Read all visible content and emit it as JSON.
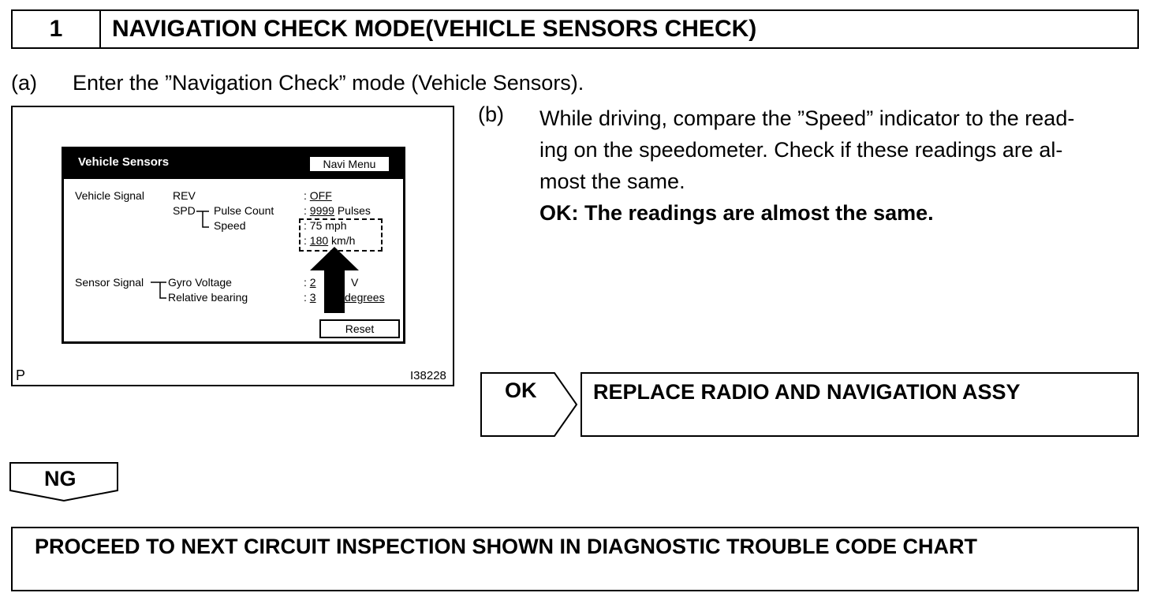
{
  "step": {
    "number": "1",
    "title": "NAVIGATION CHECK MODE(VEHICLE SENSORS CHECK)"
  },
  "instructions": {
    "a_label": "(a)",
    "a_text": "Enter the ”Navigation Check” mode (Vehicle Sensors).",
    "b_label": "(b)",
    "b_lines": [
      "While driving, compare the ”Speed” indicator to the read-",
      "ing on the speedometer. Check if these readings are al-",
      "most the same."
    ],
    "ok_criteria": "OK: The readings are almost the same."
  },
  "figure": {
    "corner_letter": "P",
    "code": "I38228",
    "screen": {
      "title": "Vehicle Sensors",
      "navi_menu_button": "Navi Menu",
      "vehicle_signal_label": "Vehicle Signal",
      "rev_label": "REV",
      "rev_value": "OFF",
      "spd_label": "SPD",
      "pulse_count_label": "Pulse Count",
      "pulse_count_value": "9999",
      "pulse_count_unit": "Pulses",
      "speed_label": "Speed",
      "speed_mph_value": "75",
      "speed_mph_unit": "mph",
      "speed_kmh_value": "180",
      "speed_kmh_unit": "km/h",
      "sensor_signal_label": "Sensor Signal",
      "gyro_voltage_label": "Gyro Voltage",
      "gyro_voltage_value": "2",
      "gyro_voltage_unit": "V",
      "relative_bearing_label": "Relative bearing",
      "relative_bearing_value": "3",
      "relative_bearing_unit": "degrees",
      "colon": ":",
      "reset_button": "Reset"
    }
  },
  "results": {
    "ok_label": "OK",
    "ok_action": "REPLACE RADIO AND NAVIGATION ASSY",
    "ng_label": "NG",
    "ng_action": "PROCEED TO NEXT CIRCUIT INSPECTION SHOWN IN DIAGNOSTIC TROUBLE CODE CHART"
  }
}
